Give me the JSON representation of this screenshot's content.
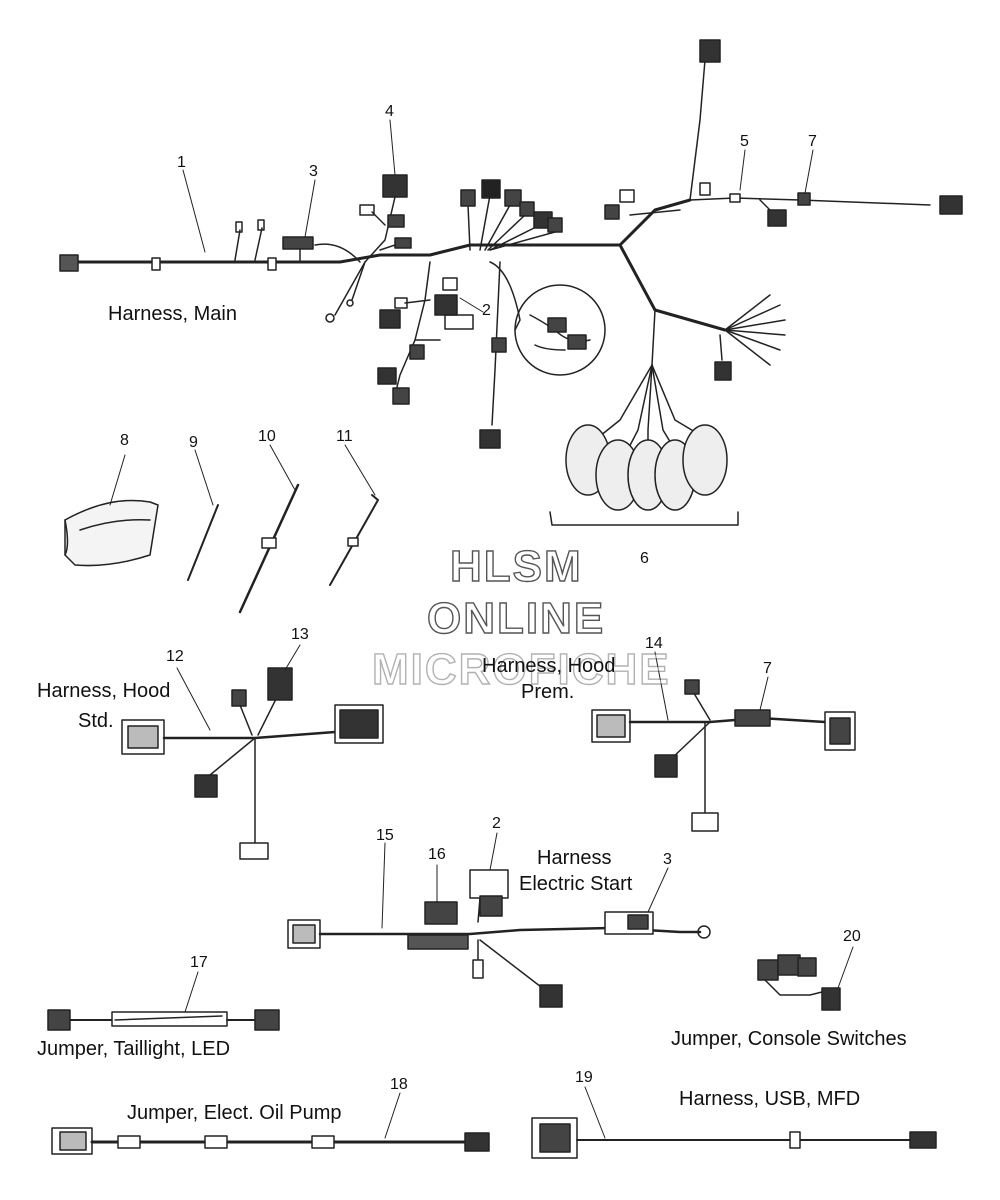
{
  "callouts": [
    "1",
    "2",
    "3",
    "4",
    "5",
    "6",
    "7",
    "8",
    "9",
    "10",
    "11",
    "12",
    "13",
    "14",
    "7",
    "15",
    "16",
    "2",
    "3",
    "17",
    "18",
    "19",
    "20"
  ],
  "labels": {
    "harness_main": "Harness, Main",
    "harness_hood_std_1": "Harness, Hood",
    "harness_hood_std_2": "Std.",
    "harness_hood_prem_1": "Harness, Hood",
    "harness_hood_prem_2": "Prem.",
    "harness_es_1": "Harness",
    "harness_es_2": "Electric Start",
    "jumper_taillight": "Jumper, Taillight, LED",
    "jumper_console": "Jumper, Console Switches",
    "jumper_oil_pump": "Jumper, Elect. Oil Pump",
    "harness_usb": "Harness, USB, MFD"
  },
  "watermark": {
    "line1": "HLSM",
    "line2": "ONLINE",
    "line3": "MICROFICHE"
  }
}
